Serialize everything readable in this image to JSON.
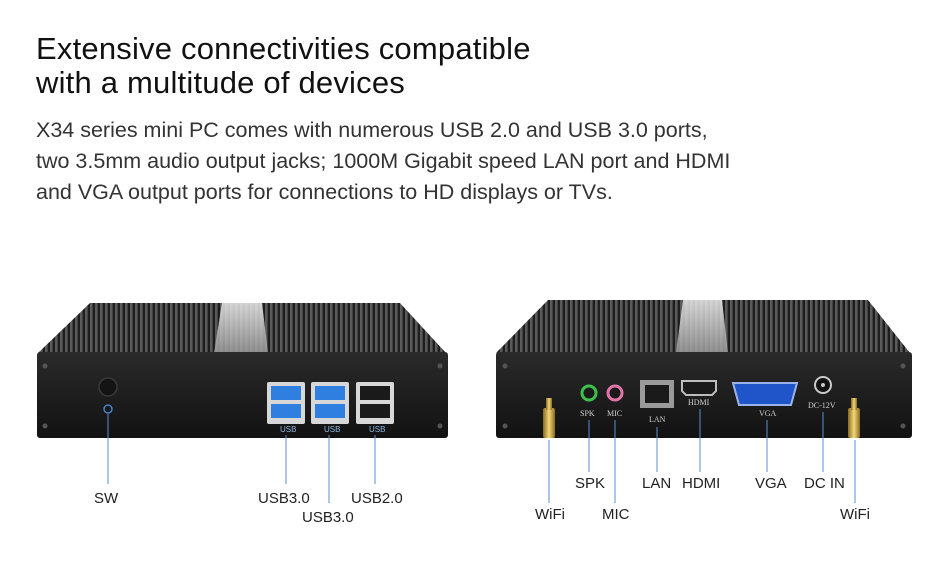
{
  "headline": {
    "line1": "Extensive connectivities compatible",
    "line2": "with a multitude of devices"
  },
  "description": {
    "line1": "X34 series mini PC comes with numerous USB 2.0 and USB 3.0 ports,",
    "line2": "two 3.5mm audio output jacks; 1000M Gigabit speed LAN port and HDMI",
    "line3": "and VGA output ports for connections to HD displays or TVs."
  },
  "front_panel": {
    "port_captions": {
      "usb1": "USB",
      "usb2": "USB",
      "usb3": "USB"
    },
    "labels": {
      "sw": "SW",
      "usb30_a": "USB3.0",
      "usb30_b": "USB3.0",
      "usb20": "USB2.0"
    }
  },
  "rear_panel": {
    "port_captions": {
      "spk": "SPK",
      "mic": "MIC",
      "lan": "LAN",
      "hdmi": "HDMI",
      "vga": "VGA",
      "dc": "DC-12V"
    },
    "labels": {
      "wifi_left": "WiFi",
      "spk": "SPK",
      "mic": "MIC",
      "lan": "LAN",
      "hdmi": "HDMI",
      "vga": "VGA",
      "dc_in": "DC IN",
      "wifi_right": "WiFi"
    }
  },
  "colors": {
    "leader_line": "#5a8fd0",
    "usb3_blue": "#2f7fe0",
    "chassis": "#1c1c1c",
    "speaker_jack": "#3cc24a",
    "mic_jack": "#e276a8",
    "vga_blue": "#1f55c8"
  }
}
